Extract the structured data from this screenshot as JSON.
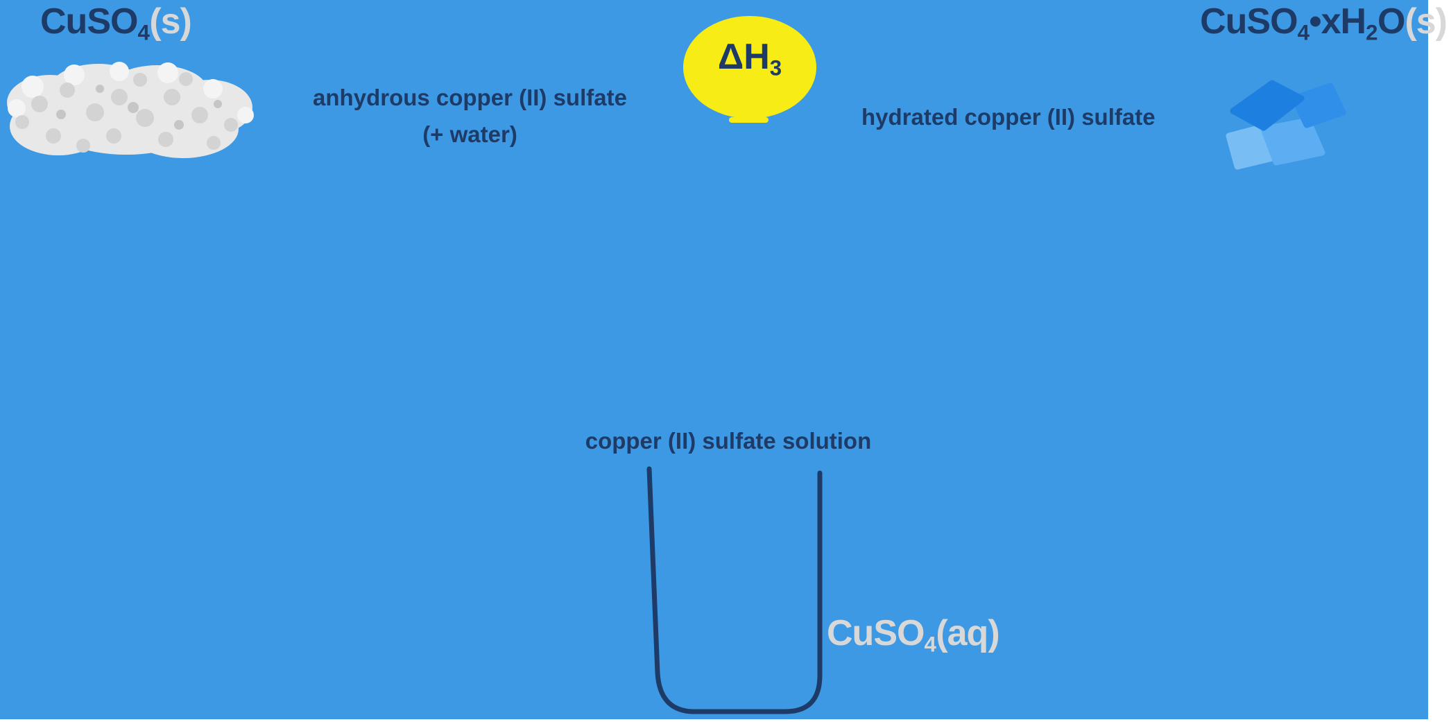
{
  "colors": {
    "canvas_background": "#3d99e3",
    "page_margin": "#ffffff",
    "dark_text": "#1d3b66",
    "light_text": "#d8d8d8",
    "highlight_yellow": "#f7ec15",
    "powder_base": "#e8e8e8",
    "powder_highlight": "#f4f4f4",
    "powder_speckle": "#d3d3d3",
    "powder_speckle_dark": "#c6c6c6",
    "crystal_dark": "#1d7fe0",
    "crystal_mid": "#2f8fe9",
    "crystal_light": "#5cadf2",
    "crystal_pale": "#79bdf5",
    "beaker_stroke": "#1d3b66"
  },
  "formulas": {
    "anhydrous": {
      "base": "CuSO",
      "sub": "4",
      "state": "(s)"
    },
    "hydrated": {
      "base1": "CuSO",
      "sub1": "4",
      "dot": "•",
      "base2": "xH",
      "sub2": "2",
      "base3": "O",
      "state": "(s)"
    },
    "solution": {
      "base": "CuSO",
      "sub": "4",
      "state": "(aq)"
    }
  },
  "labels": {
    "anhydrous_line1": "anhydrous copper (II) sulfate",
    "anhydrous_line2": "(+ water)",
    "hydrated": "hydrated copper (II) sulfate",
    "solution": "copper (II) sulfate solution"
  },
  "delta_h": {
    "base": "ΔH",
    "sub": "3"
  },
  "illustrations": {
    "powder": "anhydrous-white-powder",
    "crystals": "hydrated-blue-crystals",
    "beaker": "beaker-outline",
    "highlight": "delta-h3-yellow-ellipse"
  }
}
